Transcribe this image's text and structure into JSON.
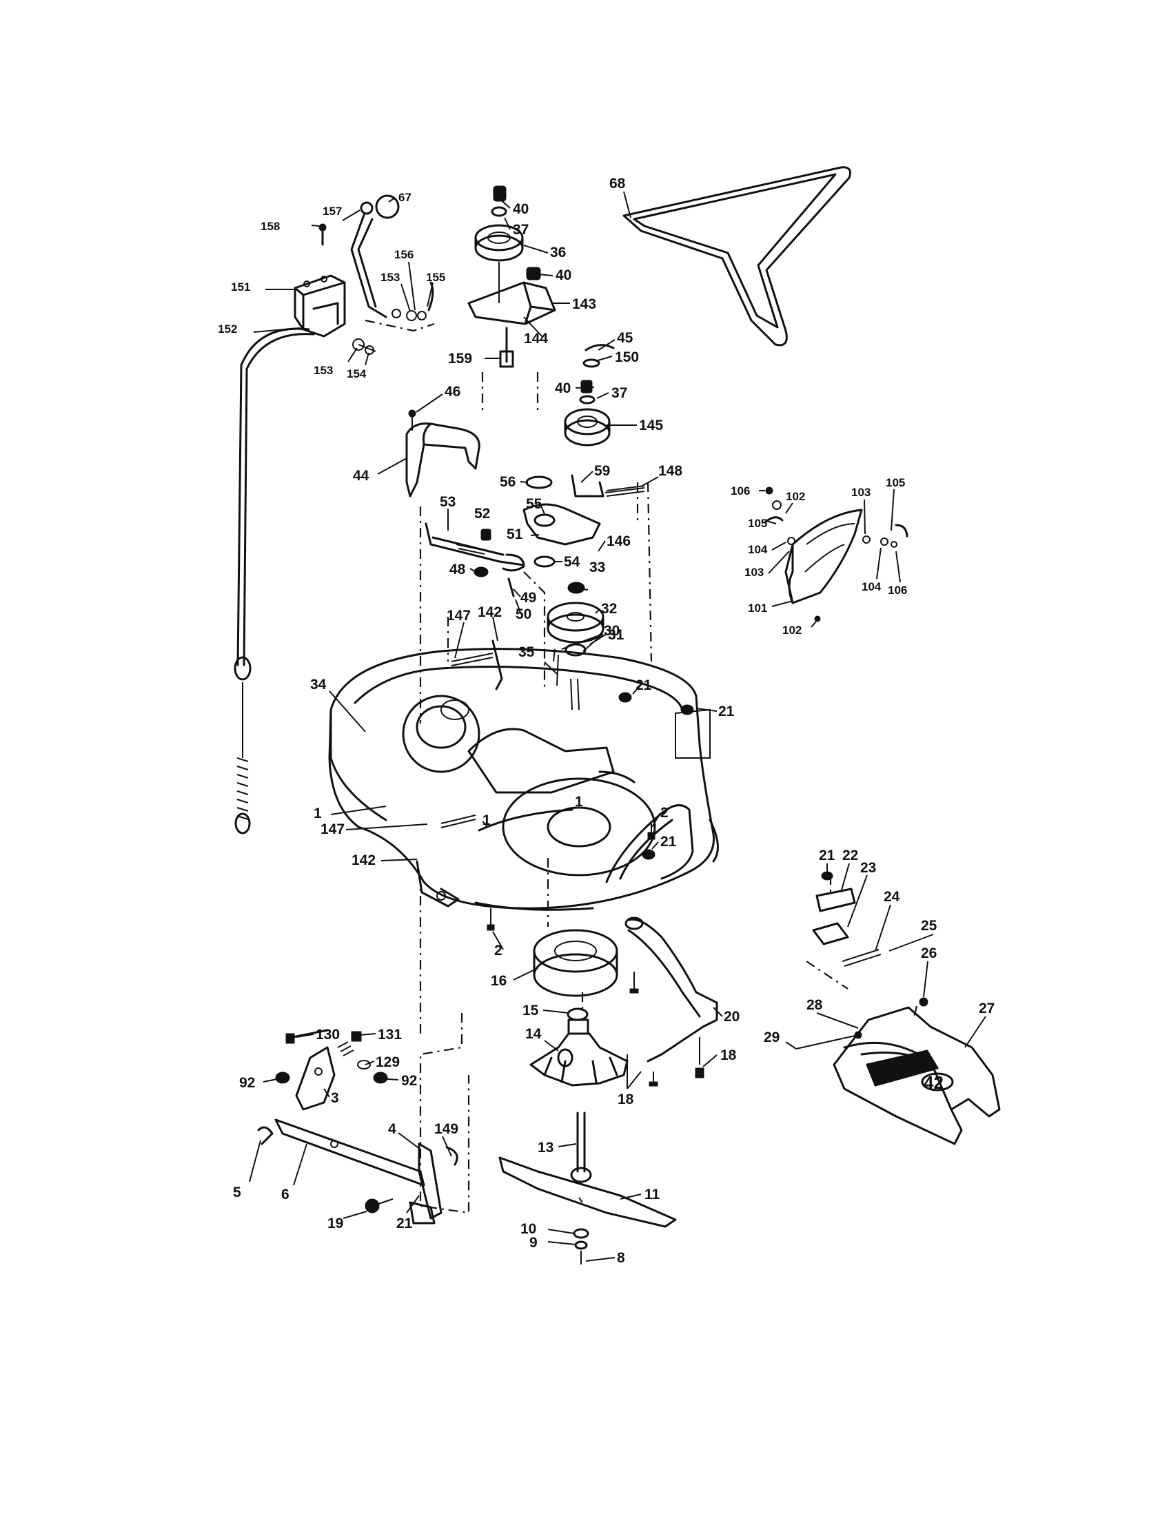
{
  "diagram": {
    "deck_decal": "42",
    "labels": [
      {
        "id": "l67",
        "text": "67"
      },
      {
        "id": "l157",
        "text": "157"
      },
      {
        "id": "l158",
        "text": "158"
      },
      {
        "id": "l156",
        "text": "156"
      },
      {
        "id": "l153a",
        "text": "153"
      },
      {
        "id": "l155",
        "text": "155"
      },
      {
        "id": "l151",
        "text": "151"
      },
      {
        "id": "l152",
        "text": "152"
      },
      {
        "id": "l153b",
        "text": "153"
      },
      {
        "id": "l154",
        "text": "154"
      },
      {
        "id": "l40a",
        "text": "40"
      },
      {
        "id": "l37a",
        "text": "37"
      },
      {
        "id": "l36",
        "text": "36"
      },
      {
        "id": "l40b",
        "text": "40"
      },
      {
        "id": "l143",
        "text": "143"
      },
      {
        "id": "l144",
        "text": "144"
      },
      {
        "id": "l159",
        "text": "159"
      },
      {
        "id": "l68",
        "text": "68"
      },
      {
        "id": "l45",
        "text": "45"
      },
      {
        "id": "l150",
        "text": "150"
      },
      {
        "id": "l40c",
        "text": "40"
      },
      {
        "id": "l37b",
        "text": "37"
      },
      {
        "id": "l145",
        "text": "145"
      },
      {
        "id": "l46",
        "text": "46"
      },
      {
        "id": "l44",
        "text": "44"
      },
      {
        "id": "l56",
        "text": "56"
      },
      {
        "id": "l59",
        "text": "59"
      },
      {
        "id": "l148",
        "text": "148"
      },
      {
        "id": "l53",
        "text": "53"
      },
      {
        "id": "l52",
        "text": "52"
      },
      {
        "id": "l55",
        "text": "55"
      },
      {
        "id": "l51",
        "text": "51"
      },
      {
        "id": "l146",
        "text": "146"
      },
      {
        "id": "l54",
        "text": "54"
      },
      {
        "id": "l33",
        "text": "33"
      },
      {
        "id": "l48",
        "text": "48"
      },
      {
        "id": "l49",
        "text": "49"
      },
      {
        "id": "l32",
        "text": "32"
      },
      {
        "id": "l50",
        "text": "50"
      },
      {
        "id": "l142a",
        "text": "142"
      },
      {
        "id": "l31",
        "text": "31"
      },
      {
        "id": "l147a",
        "text": "147"
      },
      {
        "id": "l30",
        "text": "30"
      },
      {
        "id": "l35",
        "text": "35"
      },
      {
        "id": "l21a",
        "text": "21"
      },
      {
        "id": "l21b",
        "text": "21"
      },
      {
        "id": "l34",
        "text": "34"
      },
      {
        "id": "l106a",
        "text": "106"
      },
      {
        "id": "l102a",
        "text": "102"
      },
      {
        "id": "l103a",
        "text": "103"
      },
      {
        "id": "l105a",
        "text": "105"
      },
      {
        "id": "l105b",
        "text": "105"
      },
      {
        "id": "l104a",
        "text": "104"
      },
      {
        "id": "l103b",
        "text": "103"
      },
      {
        "id": "l104b",
        "text": "104"
      },
      {
        "id": "l106b",
        "text": "106"
      },
      {
        "id": "l101",
        "text": "101"
      },
      {
        "id": "l102b",
        "text": "102"
      },
      {
        "id": "l1a",
        "text": "1"
      },
      {
        "id": "l1b",
        "text": "1"
      },
      {
        "id": "l1c",
        "text": "1"
      },
      {
        "id": "l147b",
        "text": "147"
      },
      {
        "id": "l2a",
        "text": "2"
      },
      {
        "id": "l21c",
        "text": "21"
      },
      {
        "id": "l142b",
        "text": "142"
      },
      {
        "id": "l21d",
        "text": "21"
      },
      {
        "id": "l22",
        "text": "22"
      },
      {
        "id": "l23",
        "text": "23"
      },
      {
        "id": "l24",
        "text": "24"
      },
      {
        "id": "l25",
        "text": "25"
      },
      {
        "id": "l26",
        "text": "26"
      },
      {
        "id": "l2b",
        "text": "2"
      },
      {
        "id": "l16",
        "text": "16"
      },
      {
        "id": "l15",
        "text": "15"
      },
      {
        "id": "l20",
        "text": "20"
      },
      {
        "id": "l28",
        "text": "28"
      },
      {
        "id": "l27",
        "text": "27"
      },
      {
        "id": "l14",
        "text": "14"
      },
      {
        "id": "l29",
        "text": "29"
      },
      {
        "id": "l18a",
        "text": "18"
      },
      {
        "id": "l18b",
        "text": "18"
      },
      {
        "id": "l130",
        "text": "130"
      },
      {
        "id": "l131",
        "text": "131"
      },
      {
        "id": "l129",
        "text": "129"
      },
      {
        "id": "l92a",
        "text": "92"
      },
      {
        "id": "l92b",
        "text": "92"
      },
      {
        "id": "l3",
        "text": "3"
      },
      {
        "id": "l4",
        "text": "4"
      },
      {
        "id": "l149",
        "text": "149"
      },
      {
        "id": "l13",
        "text": "13"
      },
      {
        "id": "l11",
        "text": "11"
      },
      {
        "id": "l5",
        "text": "5"
      },
      {
        "id": "l6",
        "text": "6"
      },
      {
        "id": "l19",
        "text": "19"
      },
      {
        "id": "l21e",
        "text": "21"
      },
      {
        "id": "l10",
        "text": "10"
      },
      {
        "id": "l9",
        "text": "9"
      },
      {
        "id": "l8",
        "text": "8"
      }
    ]
  }
}
